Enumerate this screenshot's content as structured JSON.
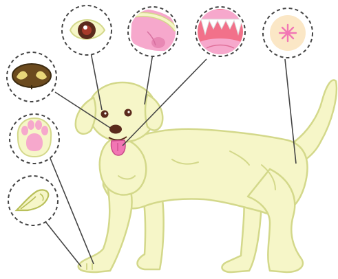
{
  "diagram": {
    "subject": "dog",
    "callouts": [
      {
        "id": "eye",
        "icon": "eye-icon"
      },
      {
        "id": "ear",
        "icon": "ear-icon"
      },
      {
        "id": "mouth",
        "icon": "teeth-icon"
      },
      {
        "id": "anus",
        "icon": "anus-icon"
      },
      {
        "id": "nose",
        "icon": "nose-icon"
      },
      {
        "id": "paw",
        "icon": "paw-pad-icon"
      },
      {
        "id": "nail",
        "icon": "nail-icon"
      }
    ]
  },
  "colors": {
    "body_fill": "#f6f6c8",
    "body_stroke": "#d3d88a",
    "leader_line": "#444444",
    "circle_dash": "#444444",
    "pink": "#f6a8cc",
    "dark_brown": "#5a2a1c"
  }
}
